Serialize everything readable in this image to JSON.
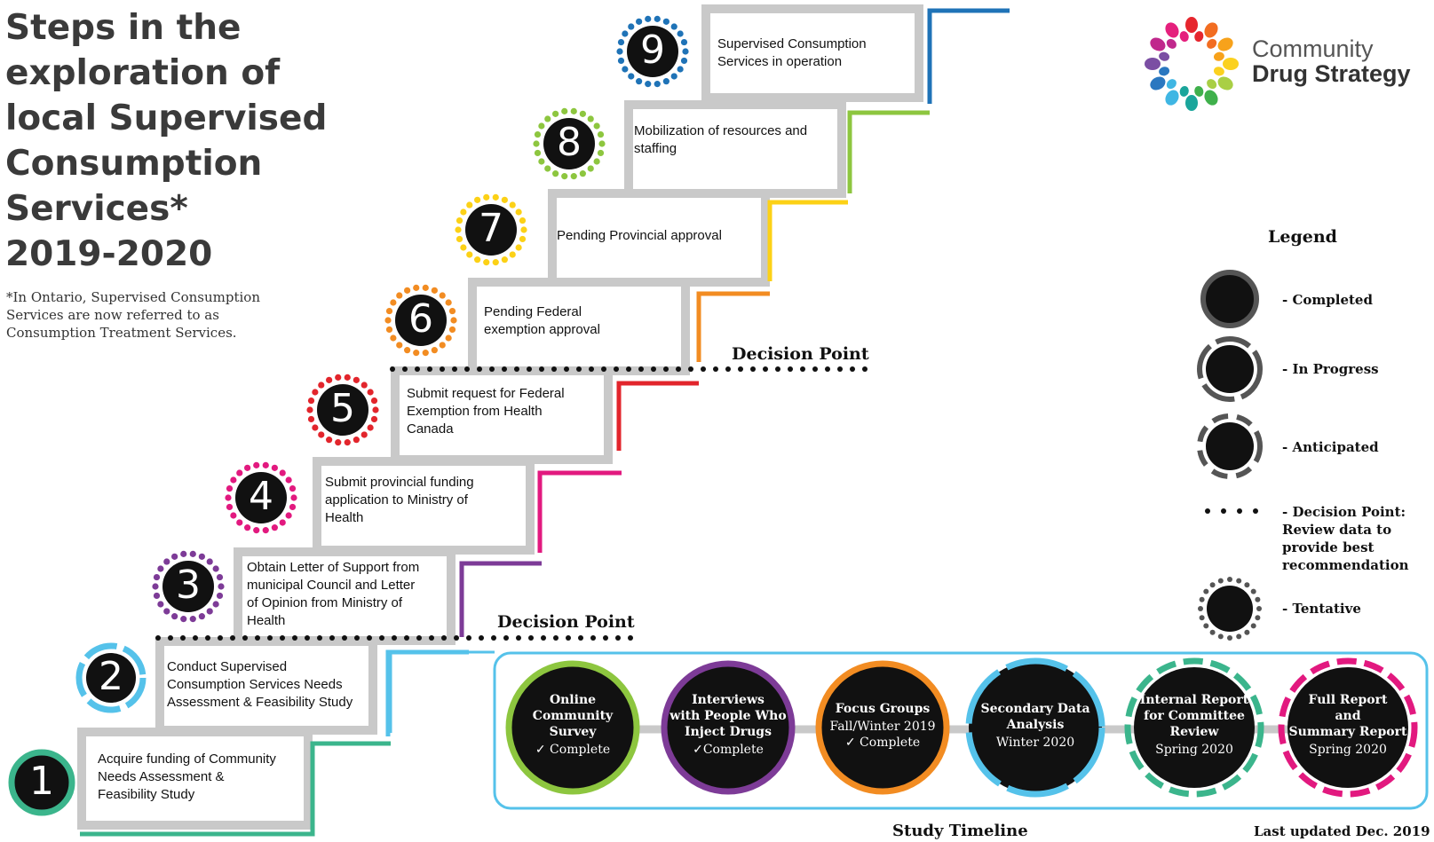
{
  "title": "Steps in the\nexploration of\nlocal Supervised\nConsumption\nServices*\n2019-2020",
  "footnote": "*In Ontario, Supervised Consumption Services are now referred to as Consumption Treatment Services.",
  "logo": {
    "line1": "Community",
    "line2": "Drug Strategy",
    "petal_colors": [
      "#e6262e",
      "#f26d21",
      "#f7a21b",
      "#fbd11f",
      "#a9cf45",
      "#3fb04b",
      "#1aa59b",
      "#3fb6e3",
      "#2a77c0",
      "#7b4ea3",
      "#c0288c",
      "#e5207d"
    ]
  },
  "steps": [
    {
      "number": "1",
      "label": "Acquire funding of Community\nNeeds Assessment &\nFeasibility Study",
      "color": "#3bb58c",
      "status": "completed"
    },
    {
      "number": "2",
      "label": "Conduct Supervised\nConsumption Services Needs\nAssessment & Feasibility Study",
      "color": "#55c2ea",
      "status": "in-progress"
    },
    {
      "number": "3",
      "label": "Obtain Letter of Support from\nmunicipal Council and Letter\nof Opinion from Ministry of\nHealth",
      "color": "#7d3b97",
      "status": "tentative"
    },
    {
      "number": "4",
      "label": "Submit provincial funding\napplication to Ministry of\nHealth",
      "color": "#e2197f",
      "status": "tentative"
    },
    {
      "number": "5",
      "label": "Submit request for Federal\nExemption from Health\nCanada",
      "color": "#e2252c",
      "status": "tentative"
    },
    {
      "number": "6",
      "label": "Pending Federal\nexemption approval",
      "color": "#f28c22",
      "status": "tentative"
    },
    {
      "number": "7",
      "label": "Pending Provincial approval",
      "color": "#fcd116",
      "status": "tentative"
    },
    {
      "number": "8",
      "label": "Mobilization of resources and\nstaffing",
      "color": "#8dc63f",
      "status": "tentative"
    },
    {
      "number": "9",
      "label": "Supervised Consumption\nServices in operation",
      "color": "#1f73b7",
      "status": "tentative"
    }
  ],
  "decision_points": [
    "Decision Point",
    "Decision Point"
  ],
  "legend": {
    "title": "Legend",
    "items": [
      "- Completed",
      "- In Progress",
      "- Anticipated",
      "- Decision Point:\nReview data to\nprovide best\nrecommendation",
      "- Tentative"
    ]
  },
  "timeline": {
    "caption": "Study Timeline",
    "items": [
      {
        "title": "Online\nCommunity\nSurvey",
        "status": "✓ Complete",
        "color": "#8dc63f",
        "ring": "completed"
      },
      {
        "title": "Interviews\nwith People Who\nInject Drugs",
        "status": "✓Complete",
        "color": "#7d3b97",
        "ring": "completed"
      },
      {
        "title": "Focus Groups",
        "status": "Fall/Winter 2019\n✓ Complete",
        "color": "#f28c22",
        "ring": "completed"
      },
      {
        "title": "Secondary Data\nAnalysis",
        "status": "Winter 2020",
        "color": "#55c2ea",
        "ring": "in-progress"
      },
      {
        "title": "Internal Report\nfor Committee\nReview",
        "status": "Spring 2020",
        "color": "#3bb58c",
        "ring": "anticipated"
      },
      {
        "title": "Full Report\nand\nSummary Report",
        "status": "Spring 2020",
        "color": "#e2197f",
        "ring": "anticipated"
      }
    ]
  },
  "last_updated": "Last updated Dec. 2019"
}
